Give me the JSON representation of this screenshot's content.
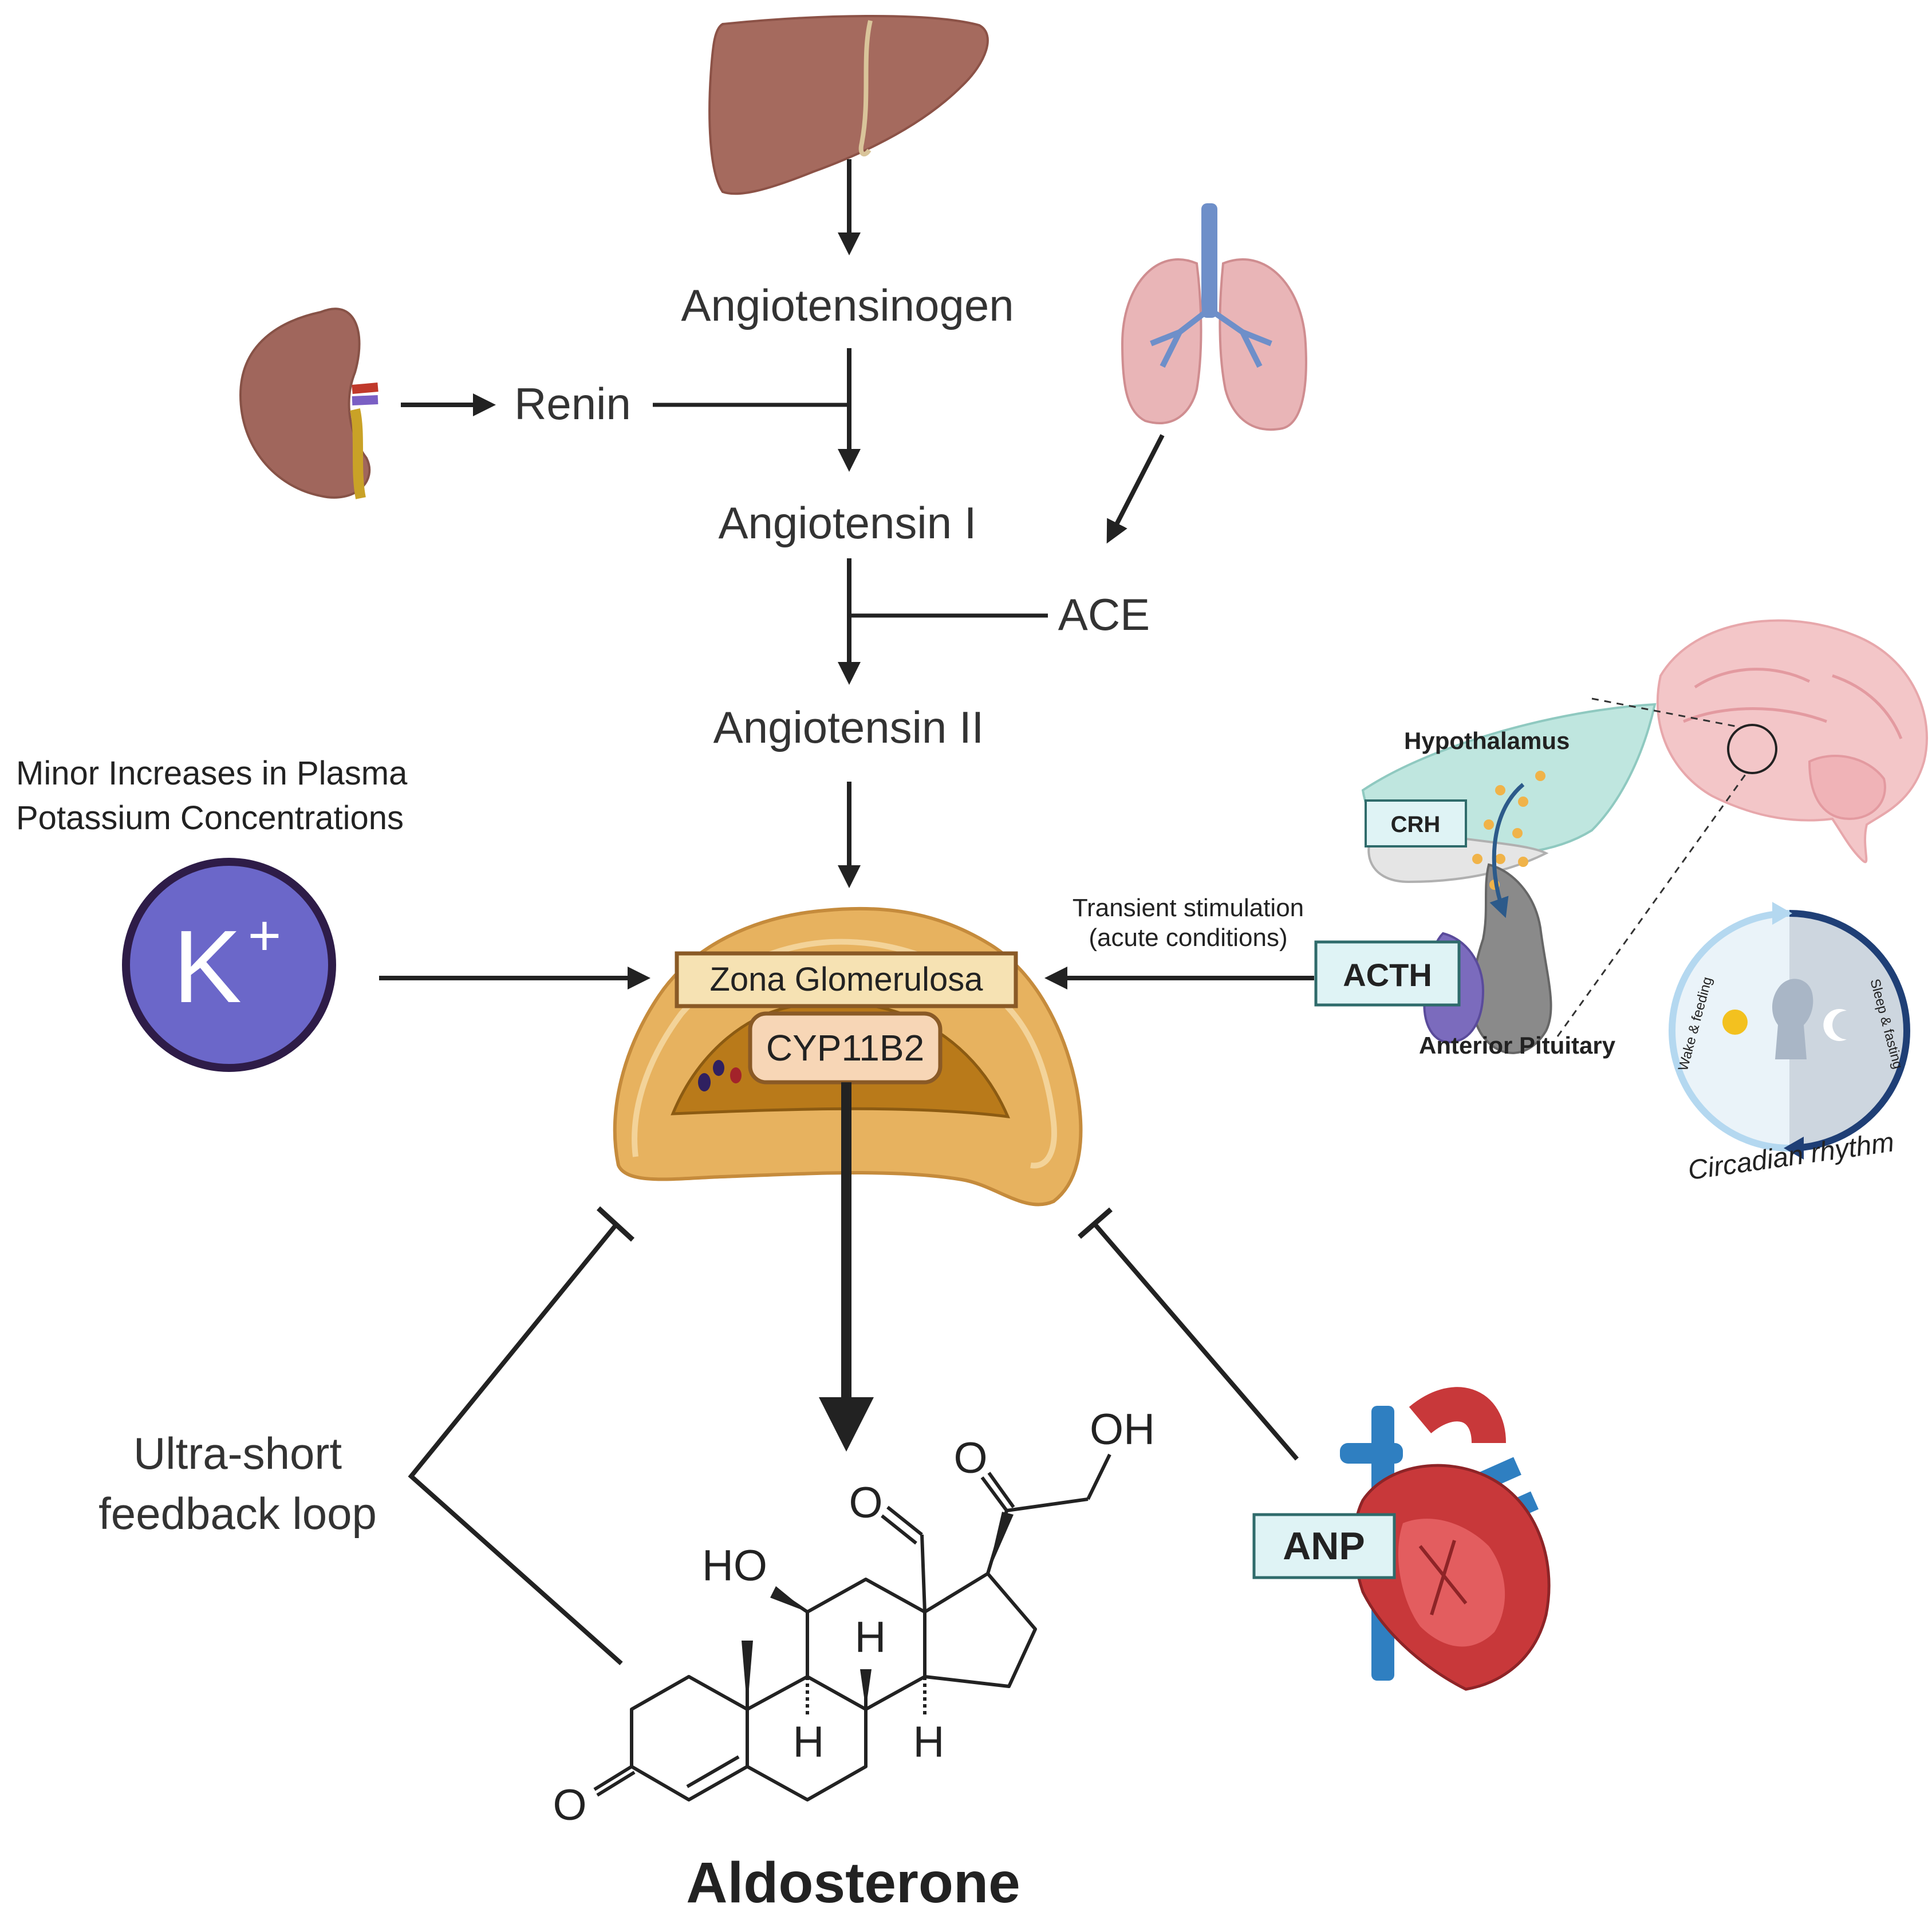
{
  "nodes": {
    "angiotensinogen": "Angiotensinogen",
    "renin": "Renin",
    "angiotensin_1": "Angiotensin I",
    "ace": "ACE",
    "angiotensin_2": "Angiotensin II",
    "potassium_line1": "Minor Increases in Plasma",
    "potassium_line2": "Potassium Concentrations",
    "potassium_symbol": "K",
    "potassium_charge": "+",
    "zona_glomerulosa": "Zona Glomerulosa",
    "cyp11b2": "CYP11B2",
    "transient_line1": "Transient stimulation",
    "transient_line2": "(acute conditions)",
    "acth": "ACTH",
    "hypothalamus": "Hypothalamus",
    "crh": "CRH",
    "anterior_pituitary": "Anterior Pituitary",
    "wake_feeding": "Wake & feeding",
    "sleep_fasting": "Sleep & fasting",
    "circadian": "Circadian rhythm",
    "feedback_line1": "Ultra-short",
    "feedback_line2": "feedback loop",
    "anp": "ANP",
    "aldosterone": "Aldosterone"
  },
  "molecule_labels": {
    "oh_top": "OH",
    "o_ketone": "O",
    "o_aldehyde": "O",
    "ho": "HO",
    "h_upper": "H",
    "h_left": "H",
    "h_right": "H",
    "o_bottom": "O"
  },
  "colors": {
    "potassium_fill": "#6b67c9",
    "potassium_ring": "#2e1c48",
    "zona_box": "#f6e2b3",
    "zona_border": "#8a5a26",
    "cyp_box": "#f7d6b6",
    "acth_box": "#dff3f5",
    "adrenal": "#e7b25f",
    "liver": "#a56a5e",
    "kidney": "#a0665c",
    "lung": "#e9b5b7",
    "heart": "#c8383a"
  }
}
